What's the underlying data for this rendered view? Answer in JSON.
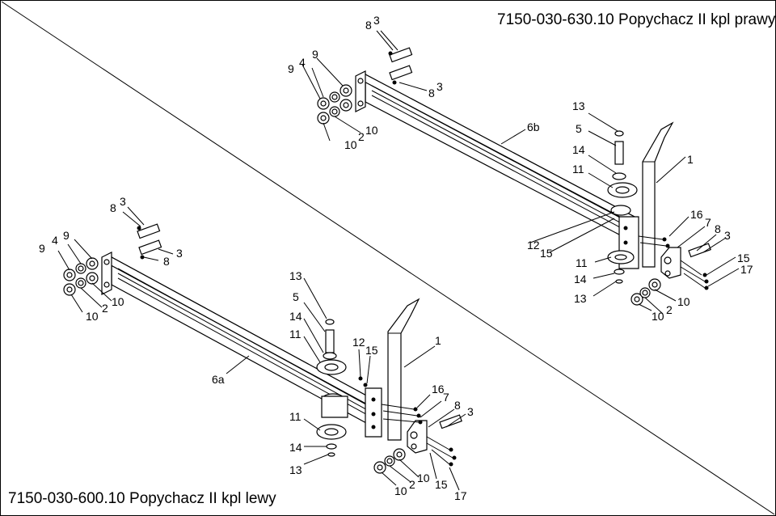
{
  "titles": {
    "right": "7150-030-630.10 Popychacz II kpl prawy",
    "left": "7150-030-600.10 Popychacz II kpl lewy"
  },
  "right_assembly": {
    "beam_label": "6b",
    "callouts": [
      "8",
      "3",
      "9",
      "4",
      "9",
      "8",
      "3",
      "10",
      "2",
      "10",
      "13",
      "5",
      "14",
      "11",
      "1",
      "12",
      "15",
      "16",
      "7",
      "8",
      "3",
      "11",
      "14",
      "13",
      "15",
      "17",
      "10",
      "2",
      "10"
    ]
  },
  "left_assembly": {
    "beam_label": "6a",
    "callouts": [
      "8",
      "3",
      "9",
      "4",
      "9",
      "8",
      "3",
      "10",
      "2",
      "10",
      "13",
      "5",
      "14",
      "11",
      "12",
      "15",
      "1",
      "16",
      "7",
      "8",
      "3",
      "11",
      "14",
      "13",
      "10",
      "2",
      "10",
      "15",
      "17"
    ]
  }
}
